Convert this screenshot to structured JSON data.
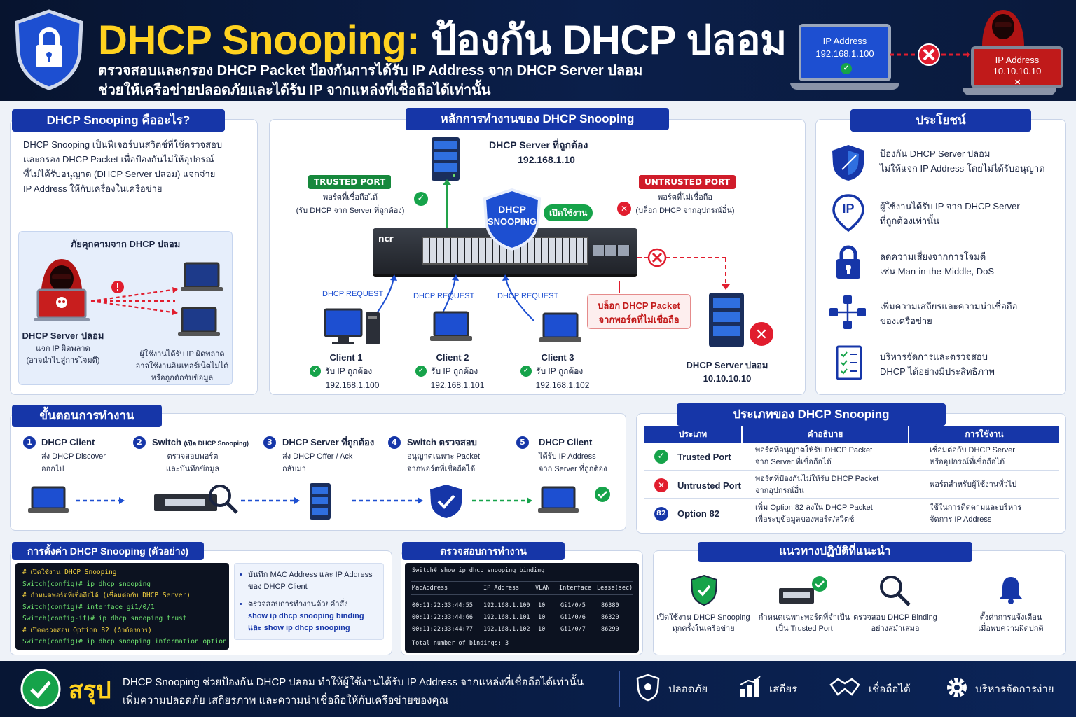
{
  "header": {
    "title_accent": "DHCP Snooping:",
    "title_rest": "ป้องกัน DHCP ปลอม",
    "subtitle_1": "ตรวจสอบและกรอง DHCP Packet ป้องกันการได้รับ IP Address จาก DHCP Server ปลอม",
    "subtitle_2": "ช่วยให้เครือข่ายปลอดภัยและได้รับ IP จากแหล่งที่เชื่อถือได้เท่านั้น",
    "good_laptop_label": "IP Address",
    "good_laptop_ip": "192.168.1.100",
    "bad_laptop_label": "IP Address",
    "bad_laptop_ip": "10.10.10.10"
  },
  "what": {
    "title": "DHCP Snooping คืออะไร?",
    "lines": [
      "DHCP Snooping เป็นฟีเจอร์บนสวิตช์ที่ใช้ตรวจสอบ",
      "และกรอง DHCP Packet เพื่อป้องกันไม่ให้อุปกรณ์",
      "ที่ไม่ได้รับอนุญาต (DHCP Server ปลอม) แจกจ่าย",
      "IP Address ให้กับเครื่องในเครือข่าย"
    ],
    "threat_title": "ภัยคุกคามจาก DHCP ปลอม",
    "rogue_label": "DHCP Server ปลอม",
    "rogue_desc_1": "แจก IP ผิดพลาด",
    "rogue_desc_2": "(อาจนำไปสู่การโจมตี)",
    "victim_1": "ผู้ใช้งานได้รับ IP ผิดพลาด",
    "victim_2": "อาจใช้งานอินเทอร์เน็ตไม่ได้",
    "victim_3": "หรือถูกดักจับข้อมูล"
  },
  "principle": {
    "title": "หลักการทำงานของ DHCP Snooping",
    "server_label": "DHCP Server ที่ถูกต้อง",
    "server_ip": "192.168.1.10",
    "trusted_tag": "TRUSTED PORT",
    "trusted_1": "พอร์ตที่เชื่อถือได้",
    "trusted_2": "(รับ DHCP จาก Server ที่ถูกต้อง)",
    "untrusted_tag": "UNTRUSTED PORT",
    "untrusted_1": "พอร์ตที่ไม่เชื่อถือ",
    "untrusted_2": "(บล็อก DHCP จากอุปกรณ์อื่น)",
    "shield_1": "DHCP",
    "shield_2": "SNOOPING",
    "enabled": "เปิดใช้งาน",
    "switch_brand": "ncr",
    "request": "DHCP REQUEST",
    "block_1": "บล็อก DHCP Packet",
    "block_2": "จากพอร์ตที่ไม่เชื่อถือ",
    "clients": [
      {
        "name": "Client 1",
        "status": "รับ IP ถูกต้อง",
        "ip": "192.168.1.100"
      },
      {
        "name": "Client 2",
        "status": "รับ IP ถูกต้อง",
        "ip": "192.168.1.101"
      },
      {
        "name": "Client 3",
        "status": "รับ IP ถูกต้อง",
        "ip": "192.168.1.102"
      }
    ],
    "rogue_label": "DHCP Server ปลอม",
    "rogue_ip": "10.10.10.10"
  },
  "benefits": {
    "title": "ประโยชน์",
    "items": [
      {
        "l1": "ป้องกัน DHCP Server ปลอม",
        "l2": "ไม่ให้แจก IP Address โดยไม่ได้รับอนุญาต"
      },
      {
        "l1": "ผู้ใช้งานได้รับ IP จาก DHCP Server",
        "l2": "ที่ถูกต้องเท่านั้น"
      },
      {
        "l1": "ลดความเสี่ยงจากการโจมตี",
        "l2": "เช่น Man-in-the-Middle, DoS"
      },
      {
        "l1": "เพิ่มความเสถียรและความน่าเชื่อถือ",
        "l2": "ของเครือข่าย"
      },
      {
        "l1": "บริหารจัดการและตรวจสอบ",
        "l2": "DHCP ได้อย่างมีประสิทธิภาพ"
      }
    ],
    "ip_icon_text": "IP"
  },
  "steps": {
    "title": "ขั้นตอนการทำงาน",
    "items": [
      {
        "n": "1",
        "title": "DHCP Client",
        "d1": "ส่ง DHCP Discover",
        "d2": "ออกไป"
      },
      {
        "n": "2",
        "title": "Switch",
        "title_small": "(เปิด DHCP Snooping)",
        "d1": "ตรวจสอบพอร์ต",
        "d2": "และบันทึกข้อมูล"
      },
      {
        "n": "3",
        "title": "DHCP Server ที่ถูกต้อง",
        "d1": "ส่ง DHCP Offer / Ack",
        "d2": "กลับมา"
      },
      {
        "n": "4",
        "title": "Switch ตรวจสอบ",
        "d1": "อนุญาตเฉพาะ Packet",
        "d2": "จากพอร์ตที่เชื่อถือได้"
      },
      {
        "n": "5",
        "title": "DHCP Client",
        "d1": "ได้รับ IP Address",
        "d2": "จาก Server ที่ถูกต้อง"
      }
    ]
  },
  "types": {
    "title": "ประเภทของ DHCP Snooping",
    "headers": [
      "ประเภท",
      "คำอธิบาย",
      "การใช้งาน"
    ],
    "rows": [
      {
        "icon": "check",
        "name": "Trusted Port",
        "d1": "พอร์ตที่อนุญาตให้รับ DHCP Packet",
        "d2": "จาก Server ที่เชื่อถือได้",
        "u1": "เชื่อมต่อกับ DHCP Server",
        "u2": "หรืออุปกรณ์ที่เชื่อถือได้"
      },
      {
        "icon": "cross",
        "name": "Untrusted Port",
        "d1": "พอร์ตที่ป้องกันไม่ให้รับ DHCP Packet",
        "d2": "จากอุปกรณ์อื่น",
        "u1": "พอร์ตสำหรับผู้ใช้งานทั่วไป",
        "u2": ""
      },
      {
        "icon": "82",
        "name": "Option 82",
        "d1": "เพิ่ม Option 82 ลงใน DHCP Packet",
        "d2": "เพื่อระบุข้อมูลของพอร์ต/สวิตช์",
        "u1": "ใช้ในการติดตามและบริหาร",
        "u2": "จัดการ IP Address"
      }
    ]
  },
  "config": {
    "title": "การตั้งค่า DHCP Snooping (ตัวอย่าง)",
    "lines": [
      {
        "k": "cm",
        "t": "# เปิดใช้งาน DHCP Snooping"
      },
      {
        "k": "cd",
        "t": "Switch(config)# ip dhcp snooping"
      },
      {
        "k": "cm",
        "t": "# กำหนดพอร์ตที่เชื่อถือได้ (เชื่อมต่อกับ DHCP Server)"
      },
      {
        "k": "cd",
        "t": "Switch(config)# interface gi1/0/1"
      },
      {
        "k": "cd",
        "t": "Switch(config-if)# ip dhcp snooping trust"
      },
      {
        "k": "cm",
        "t": "# เปิดตรวจสอบ Option 82 (ถ้าต้องการ)"
      },
      {
        "k": "cd",
        "t": "Switch(config)# ip dhcp snooping information option"
      }
    ],
    "notes": [
      {
        "l1": "บันทึก MAC Address และ IP Address",
        "l2": "ของ DHCP Client",
        "l3": ""
      },
      {
        "l1": "ตรวจสอบการทำงานด้วยคำสั่ง",
        "l2": "show ip dhcp snooping binding",
        "l3": "และ show ip dhcp snooping"
      }
    ]
  },
  "verify": {
    "title": "ตรวจสอบการทำงาน",
    "command": "Switch# show ip dhcp snooping binding",
    "headers": [
      "MacAddress",
      "IP Address",
      "VLAN",
      "Interface",
      "Lease(sec)"
    ],
    "rows": [
      [
        "00:11:22:33:44:55",
        "192.168.1.100",
        "10",
        "Gi1/0/5",
        "86380"
      ],
      [
        "00:11:22:33:44:66",
        "192.168.1.101",
        "10",
        "Gi1/0/6",
        "86320"
      ],
      [
        "00:11:22:33:44:77",
        "192.168.1.102",
        "10",
        "Gi1/0/7",
        "86290"
      ]
    ],
    "total": "Total number of bindings: 3"
  },
  "practices": {
    "title": "แนวทางปฏิบัติที่แนะนำ",
    "items": [
      {
        "l1": "เปิดใช้งาน DHCP Snooping",
        "l2": "ทุกครั้งในเครือข่าย"
      },
      {
        "l1": "กำหนดเฉพาะพอร์ตที่จำเป็น",
        "l2": "เป็น Trusted Port"
      },
      {
        "l1": "ตรวจสอบ DHCP Binding",
        "l2": "อย่างสม่ำเสมอ"
      },
      {
        "l1": "ตั้งค่าการแจ้งเตือน",
        "l2": "เมื่อพบความผิดปกติ"
      }
    ]
  },
  "summary": {
    "label": "สรุป",
    "line1": "DHCP Snooping ช่วยป้องกัน DHCP ปลอม ทำให้ผู้ใช้งานได้รับ IP Address จากแหล่งที่เชื่อถือได้เท่านั้น",
    "line2": "เพิ่มความปลอดภัย เสถียรภาพ และความน่าเชื่อถือให้กับเครือข่ายของคุณ",
    "badges": [
      "ปลอดภัย",
      "เสถียร",
      "เชื่อถือได้",
      "บริหารจัดการง่าย"
    ]
  },
  "colors": {
    "primary": "#1636a8",
    "accent": "#ffd21f",
    "ok": "#16a34a",
    "bad": "#e11d2e",
    "navy": "#07142f"
  }
}
